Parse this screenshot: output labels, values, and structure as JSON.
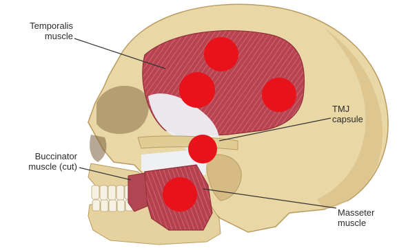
{
  "labels": {
    "temporalis": {
      "line1": "Temporalis",
      "line2": "muscle"
    },
    "tmj": {
      "line1": "TMJ",
      "line2": "capsule"
    },
    "buccinator": {
      "line1": "Buccinator",
      "line2": "muscle (cut)"
    },
    "masseter": {
      "line1": "Masseter",
      "line2": "muscle"
    }
  },
  "colors": {
    "bone": "#e9d7a6",
    "bone_shadow": "#c9ad73",
    "muscle": "#b84451",
    "tendon": "#eef0f4",
    "trigger_point": "#e8121b",
    "leader_line": "#333333"
  },
  "trigger_points": [
    {
      "region": "temporalis-upper"
    },
    {
      "region": "temporalis-middle"
    },
    {
      "region": "temporalis-posterior"
    },
    {
      "region": "tmj-capsule"
    },
    {
      "region": "masseter"
    }
  ]
}
